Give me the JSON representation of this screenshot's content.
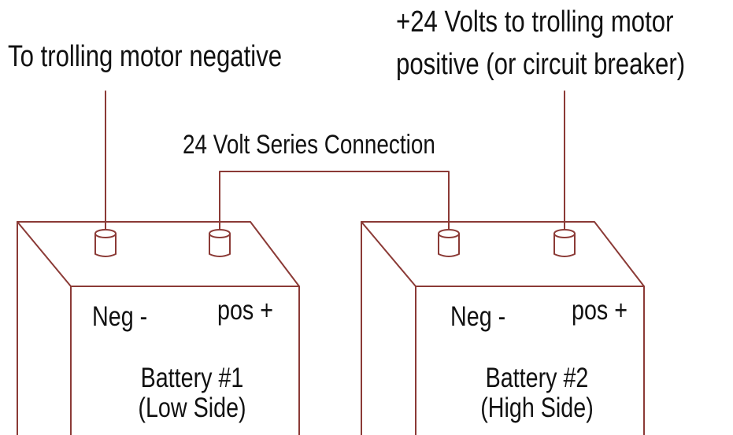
{
  "colors": {
    "line": "#8b3a36",
    "text": "#111111",
    "background": "#ffffff"
  },
  "labels": {
    "negative_lead": "To trolling motor negative",
    "positive_lead_line1": "+24 Volts to trolling motor",
    "positive_lead_line2": "positive (or circuit breaker)",
    "series_connection": "24 Volt Series Connection"
  },
  "batteries": [
    {
      "name": "Battery #1",
      "side": "(Low Side)",
      "neg_label": "Neg -",
      "pos_label": "pos +"
    },
    {
      "name": "Battery #2",
      "side": "(High Side)",
      "neg_label": "Neg -",
      "pos_label": "pos +"
    }
  ]
}
